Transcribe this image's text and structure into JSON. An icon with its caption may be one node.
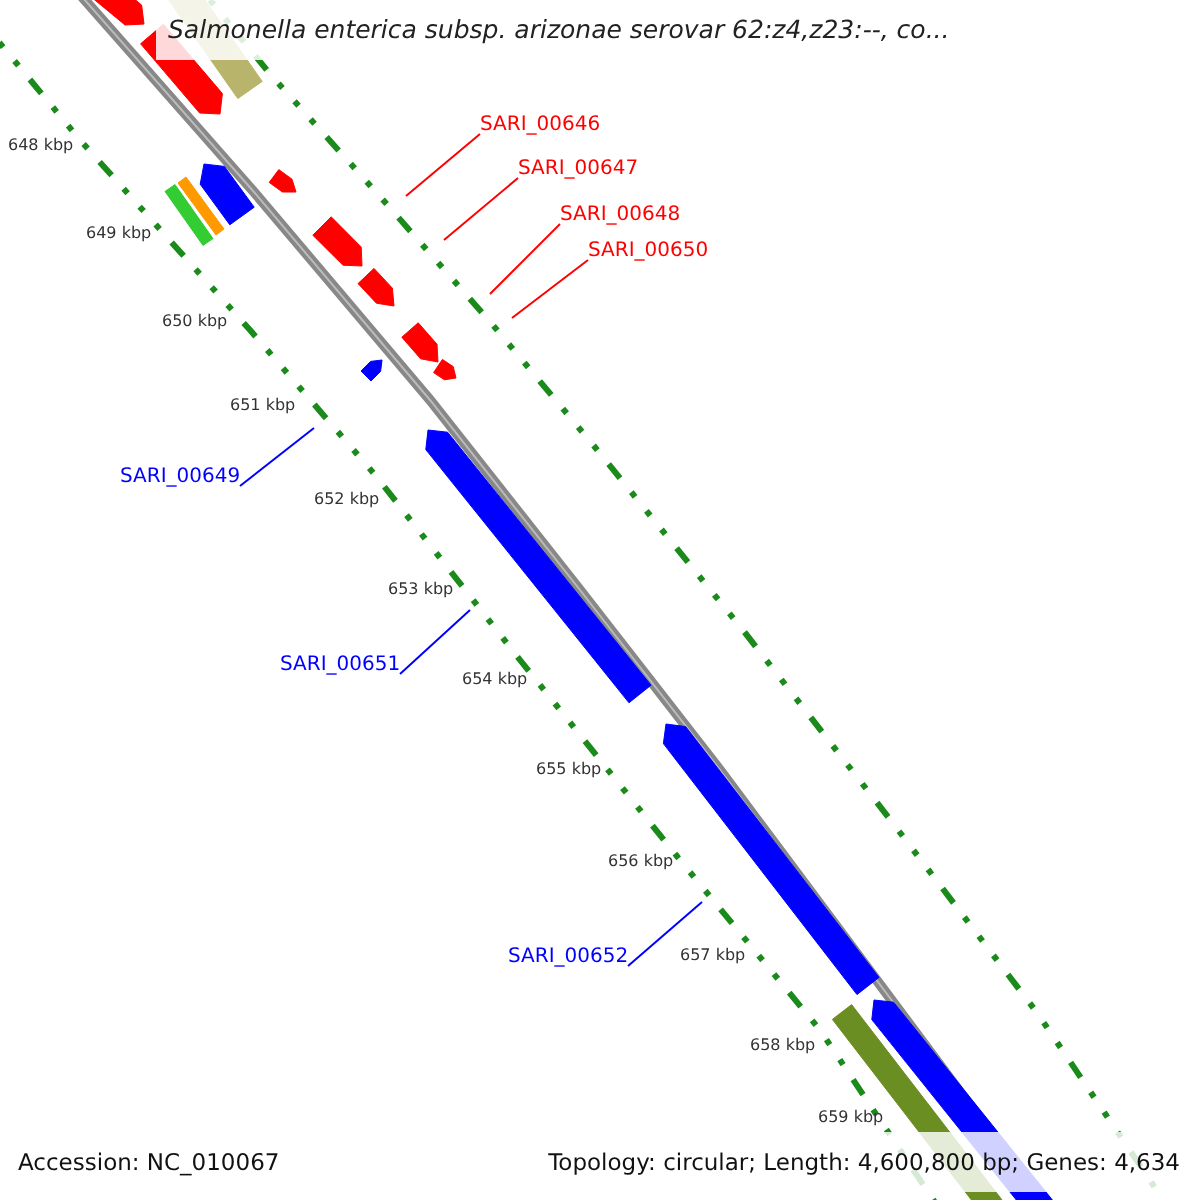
{
  "diagram": {
    "title": "Salmonella enterica subsp. arizonae serovar 62:z4,z23:--, co...",
    "nodes": [
      {
        "text": [
          "SARI_00646"
        ]
      },
      {
        "text": [
          "SARI_00647"
        ]
      },
      {
        "text": [
          "SARI_00648"
        ]
      },
      {
        "text": [
          "SARI_00650"
        ]
      },
      {
        "text": [
          "SARI_00649"
        ]
      },
      {
        "text": [
          "SARI_00651"
        ]
      },
      {
        "text": [
          "SARI_00652"
        ]
      }
    ],
    "edges": [
      {
        "from": 0,
        "to": null,
        "arrow": "none"
      },
      {
        "from": 1,
        "to": null,
        "arrow": "none"
      },
      {
        "from": 2,
        "to": null,
        "arrow": "none"
      },
      {
        "from": 3,
        "to": null,
        "arrow": "none"
      },
      {
        "from": 4,
        "to": null,
        "arrow": "none",
        "color": "#0000ff"
      },
      {
        "from": 5,
        "to": null,
        "arrow": "none",
        "color": "#0000ff"
      },
      {
        "from": 6,
        "to": null,
        "arrow": "none",
        "color": "#0000ff"
      }
    ],
    "labels": [
      "648 kbp",
      "649 kbp",
      "650 kbp",
      "651 kbp",
      "652 kbp",
      "653 kbp",
      "654 kbp",
      "655 kbp",
      "656 kbp",
      "657 kbp",
      "658 kbp",
      "659 kbp",
      "Accession: NC_010067",
      "Topology: circular; Length: 4,600,800 bp; Genes: 4,634"
    ]
  }
}
